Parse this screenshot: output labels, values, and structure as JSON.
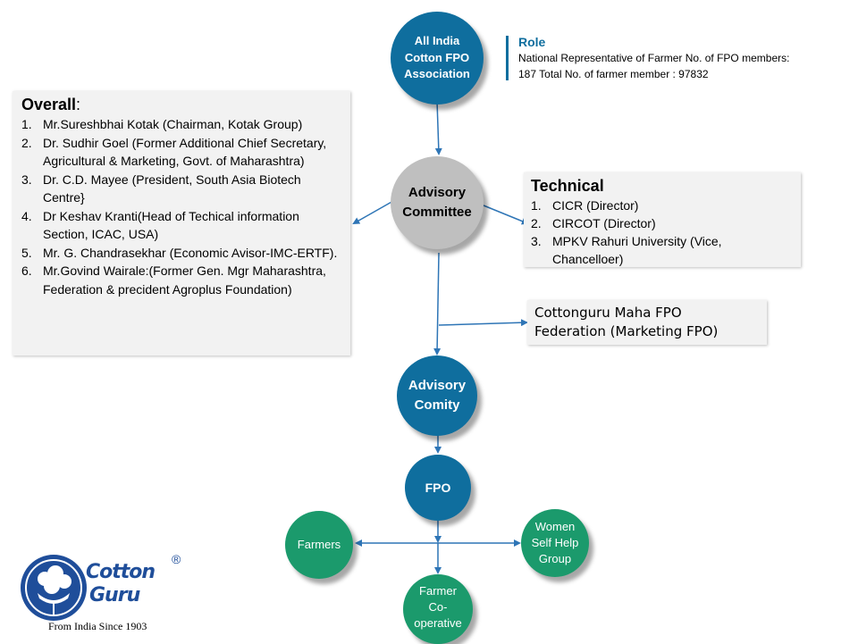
{
  "nodes": {
    "association": "All India Cotton FPO Association",
    "advisory_committee": "Advisory Committee",
    "advisory_comity": "Advisory Comity",
    "fpo": "FPO",
    "farmers": "Farmers",
    "women_shg": "Women Self Help Group",
    "farmer_coop": "Farmer Co-operative"
  },
  "role": {
    "title": "Role",
    "text": "National Representative of Farmer No. of FPO members: 187 Total No. of farmer member : 97832"
  },
  "overall": {
    "title": "Overall",
    "title_suffix": ":",
    "items": [
      {
        "num": "1.",
        "text": "Mr.Sureshbhai Kotak (Chairman, Kotak Group)"
      },
      {
        "num": "2.",
        "text": "Dr. Sudhir Goel (Former Additional Chief Secretary, Agricultural & Marketing, Govt. of Maharashtra)"
      },
      {
        "num": "3.",
        "text": "Dr. C.D. Mayee (President, South Asia Biotech Centre}"
      },
      {
        "num": "4.",
        "text": "Dr Keshav Kranti(Head of Techical information Section, ICAC, USA)"
      },
      {
        "num": "5.",
        "text": "Mr. G. Chandrasekhar (Economic Avisor-IMC-ERTF)."
      },
      {
        "num": "6.",
        "text": "Mr.Govind Wairale:(Former Gen. Mgr Maharashtra, Federation & precident Agroplus Foundation)"
      }
    ]
  },
  "technical": {
    "title": "Technical",
    "items": [
      {
        "num": "1.",
        "text": "CICR (Director)"
      },
      {
        "num": "2.",
        "text": "CIRCOT (Director)"
      },
      {
        "num": "3.",
        "text": "MPKV Rahuri University (Vice, Chancelloer)"
      }
    ]
  },
  "federation": {
    "text": "Cottonguru Maha FPO Federation (Marketing FPO)"
  },
  "logo": {
    "brand_line1": "Cotton",
    "brand_line2": "Guru",
    "registered": "®",
    "tagline": "From India Since 1903"
  },
  "colors": {
    "primary_blue": "#0f6e9e",
    "arrow_blue": "#2e75b6",
    "green": "#1b9a6c",
    "grey": "#bfbfbf",
    "panel": "#f2f2f2",
    "logo_blue": "#1f4e9a"
  }
}
